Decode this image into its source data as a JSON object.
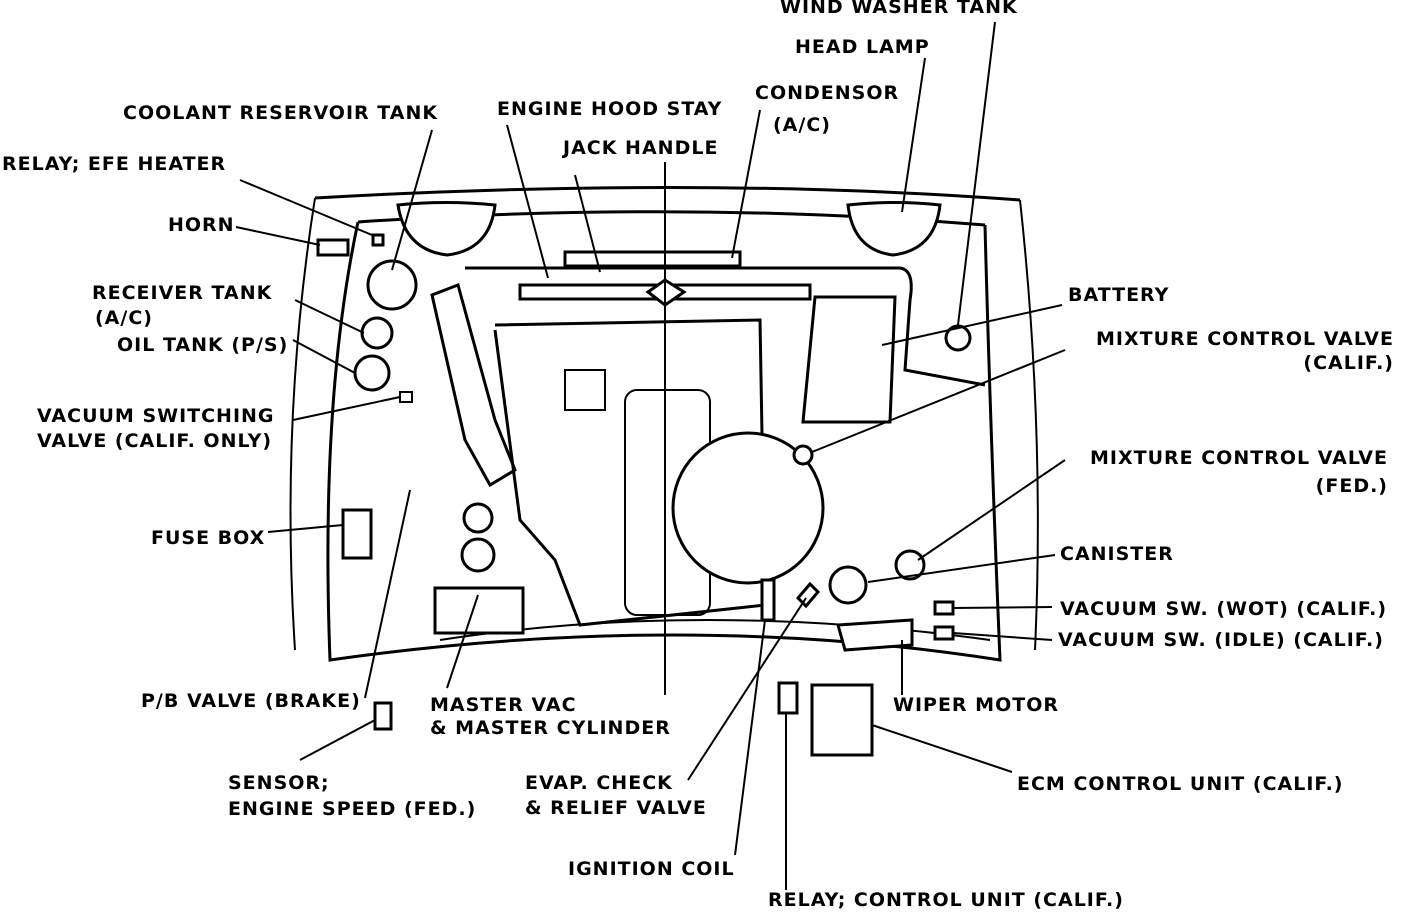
{
  "colors": {
    "ink": "#000000",
    "background": "#ffffff"
  },
  "labels": {
    "wind_washer_tank": "WIND WASHER TANK",
    "head_lamp": "HEAD LAMP",
    "condensor_1": "CONDENSOR",
    "condensor_2": "(A/C)",
    "coolant_reservoir_tank": "COOLANT RESERVOIR TANK",
    "engine_hood_stay": "ENGINE HOOD STAY",
    "jack_handle": "JACK HANDLE",
    "relay_efe_heater": "RELAY; EFE HEATER",
    "horn": "HORN",
    "receiver_tank_1": "RECEIVER TANK",
    "receiver_tank_2": "(A/C)",
    "oil_tank": "OIL TANK (P/S)",
    "vacuum_switching_valve_1": "VACUUM SWITCHING",
    "vacuum_switching_valve_2": "VALVE (CALIF. ONLY)",
    "fuse_box": "FUSE BOX",
    "pb_valve": "P/B VALVE (BRAKE)",
    "master_vac_1": "MASTER VAC",
    "master_vac_2": "& MASTER CYLINDER",
    "sensor_1": "SENSOR;",
    "sensor_2": "ENGINE SPEED (FED.)",
    "evap_check_1": "EVAP. CHECK",
    "evap_check_2": "& RELIEF VALVE",
    "ignition_coil": "IGNITION COIL",
    "relay_control_unit": "RELAY; CONTROL UNIT (CALIF.)",
    "battery": "BATTERY",
    "mcv_calif_1": "MIXTURE CONTROL VALVE",
    "mcv_calif_2": "(CALIF.)",
    "mcv_fed_1": "MIXTURE CONTROL VALVE",
    "mcv_fed_2": "(FED.)",
    "canister": "CANISTER",
    "vacuum_sw_wot": "VACUUM SW. (WOT) (CALIF.)",
    "vacuum_sw_idle": "VACUUM SW. (IDLE) (CALIF.)",
    "wiper_motor": "WIPER MOTOR",
    "ecm_control_unit": "ECM CONTROL UNIT (CALIF.)"
  }
}
